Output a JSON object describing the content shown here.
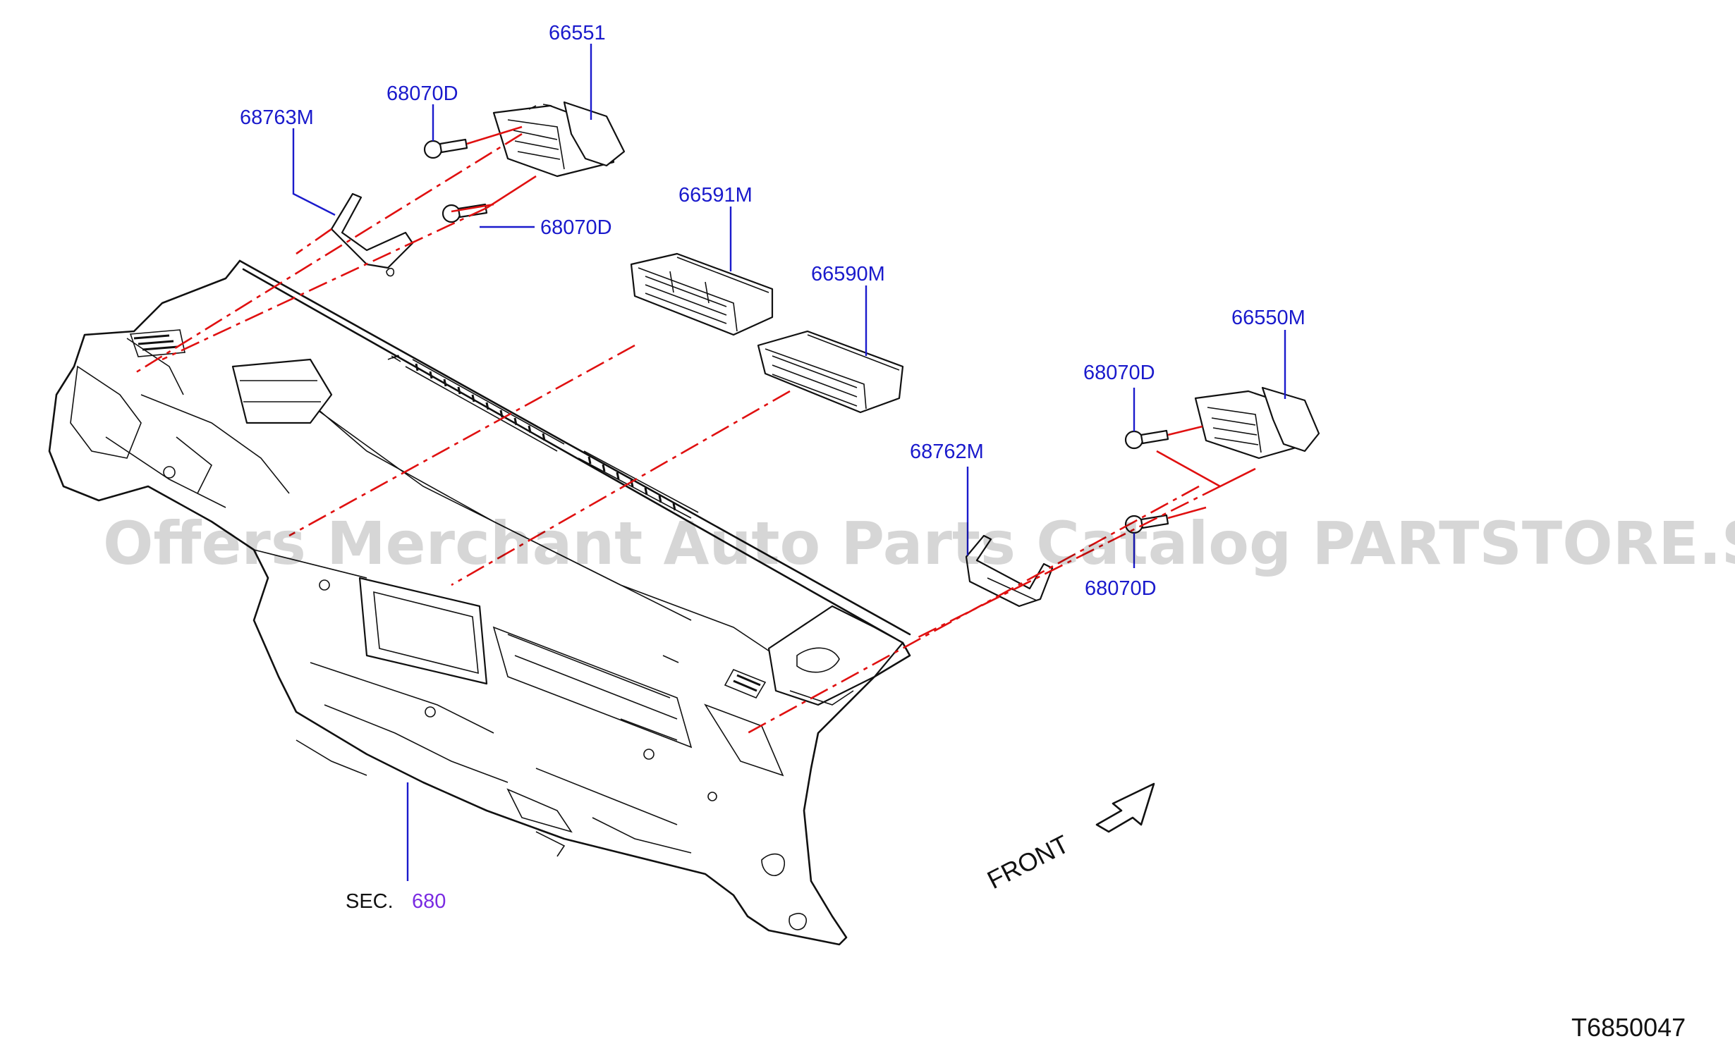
{
  "labels": {
    "vent_center_left": "66551",
    "screw_upper_a": "68070D",
    "screw_upper_b": "68070D",
    "bracket_left": "68763M",
    "vent_center_mid": "66591M",
    "vent_center_right": "66590M",
    "vent_side_right": "66550M",
    "screw_right_a": "68070D",
    "screw_right_b": "68070D",
    "bracket_right": "68762M"
  },
  "section_ref": {
    "prefix": "SEC.",
    "number": "680"
  },
  "front_label": "FRONT",
  "diagram_id": "T6850047",
  "watermark": "Offers Merchant Auto Parts Catalog PARTSTORE.SA",
  "colors": {
    "label_blue": "#1a1acc",
    "link_purple": "#7a2be2",
    "dash_red": "#e01010",
    "ink_black": "#111111"
  }
}
